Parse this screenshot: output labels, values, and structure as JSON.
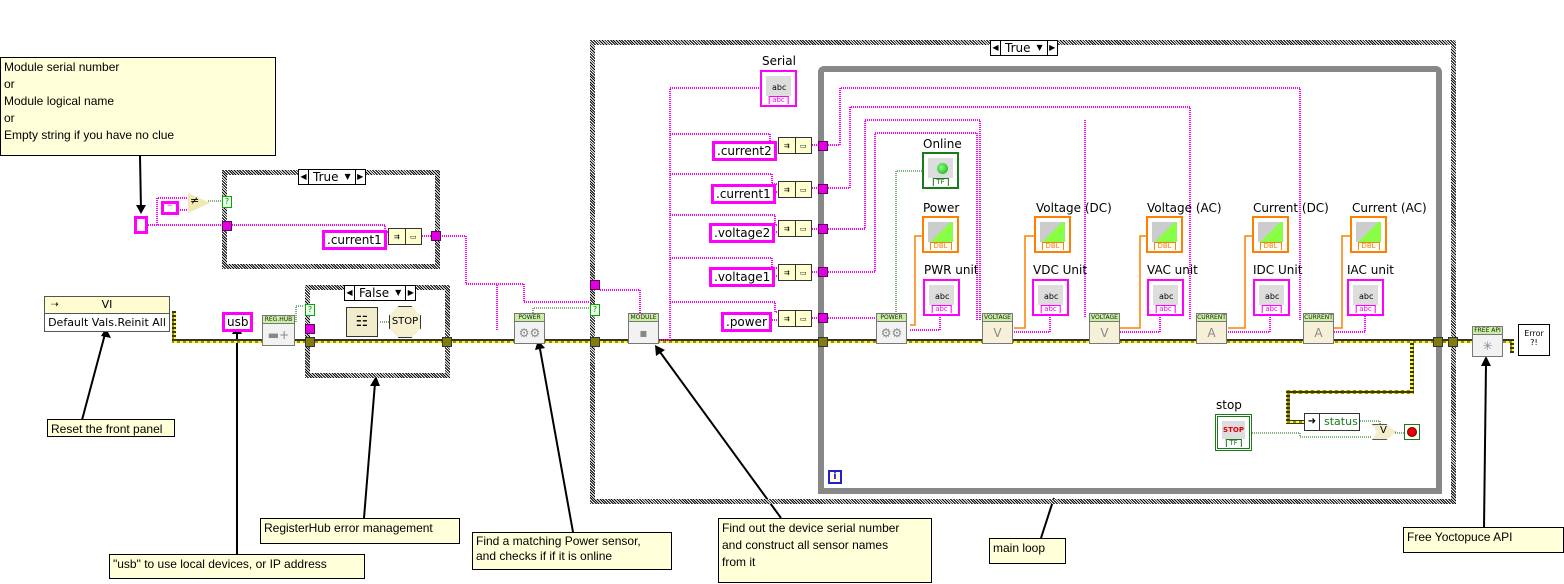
{
  "notes": {
    "serial_hint": "Module serial number\nor\nModule  logical name\nor\nEmpty string if you have no clue",
    "reset": "Reset the front panel",
    "usb_hint": "\"usb\" to use local devices, or IP address",
    "registerhub": "RegisterHub error management",
    "find_power": "Find a matching Power sensor,\nand checks if if it is online",
    "find_serial": "Find out the device serial number\nand construct all sensor names\nfrom it",
    "main_loop": "main loop",
    "free_api": "Free Yoctopuce API"
  },
  "case_structures": {
    "small_case": "True",
    "error_case": "False",
    "main_case": "True"
  },
  "constants": {
    "empty_string": "\"\"",
    "current1_small": ".current1",
    "usb": "usb",
    "current2": ".current2",
    "current1": ".current1",
    "voltage2": ".voltage2",
    "voltage1": ".voltage1",
    "power": ".power"
  },
  "invoke_node": {
    "class": "VI",
    "method": "Default Vals.Reinit All"
  },
  "subvis": {
    "reghub": "REG.HUB",
    "power_find": "POWER",
    "module": "MODULE",
    "power_read": "POWER",
    "voltage1": "VOLTAGE",
    "voltage2": "VOLTAGE",
    "current1": "CURRENT",
    "current2": "CURRENT",
    "free_api": "FREE API"
  },
  "terminals": {
    "serial": "Serial",
    "online": "Online",
    "power": "Power",
    "pwr_unit": "PWR unit",
    "voltage_dc": "Voltage (DC)",
    "vdc_unit": "VDC  Unit",
    "voltage_ac": "Voltage (AC)",
    "vac_unit": "VAC unit",
    "current_dc": "Current (DC)",
    "idc_unit": "IDC  Unit",
    "current_ac": "Current (AC)",
    "iac_unit": "IAC unit",
    "stop": "stop",
    "status": "status"
  },
  "tags": {
    "string": "abc",
    "string_type": "abc",
    "dbl": "DBL",
    "bool": "TF",
    "stop_btn": "STOP",
    "stop_sign": "STOP",
    "error_dialog": "Error\n?!",
    "iteration": "i",
    "not_equal": "≠",
    "or": "V",
    "question": "?"
  },
  "colors": {
    "string_wire": "#ff00ff",
    "error_wire": "#a09000",
    "bool_wire": "#006600",
    "dbl_wire": "#ff8000",
    "note_bg": "#ffffd9",
    "loop_border": "#808080"
  }
}
